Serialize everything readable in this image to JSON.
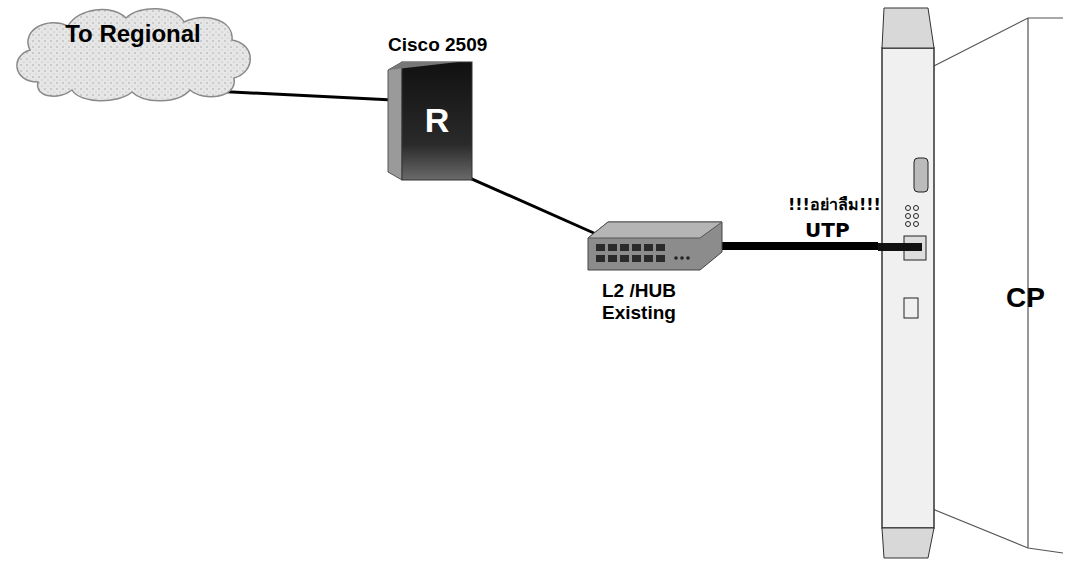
{
  "diagram": {
    "nodes": [
      {
        "text": [
          "To Regional"
        ]
      },
      {
        "text": [
          "Cisco 2509",
          "R"
        ]
      },
      {
        "text": [
          "L2 /HUB Existing"
        ]
      },
      {
        "text": [
          "CP"
        ]
      }
    ],
    "edges": [
      {
        "from": 0,
        "to": 1,
        "arrow": "none"
      },
      {
        "from": 1,
        "to": 2,
        "arrow": "none"
      },
      {
        "from": 2,
        "to": 3,
        "arrow": "none"
      }
    ],
    "labels": [
      "!!!อย่าลืม!!!",
      "UTP"
    ]
  }
}
